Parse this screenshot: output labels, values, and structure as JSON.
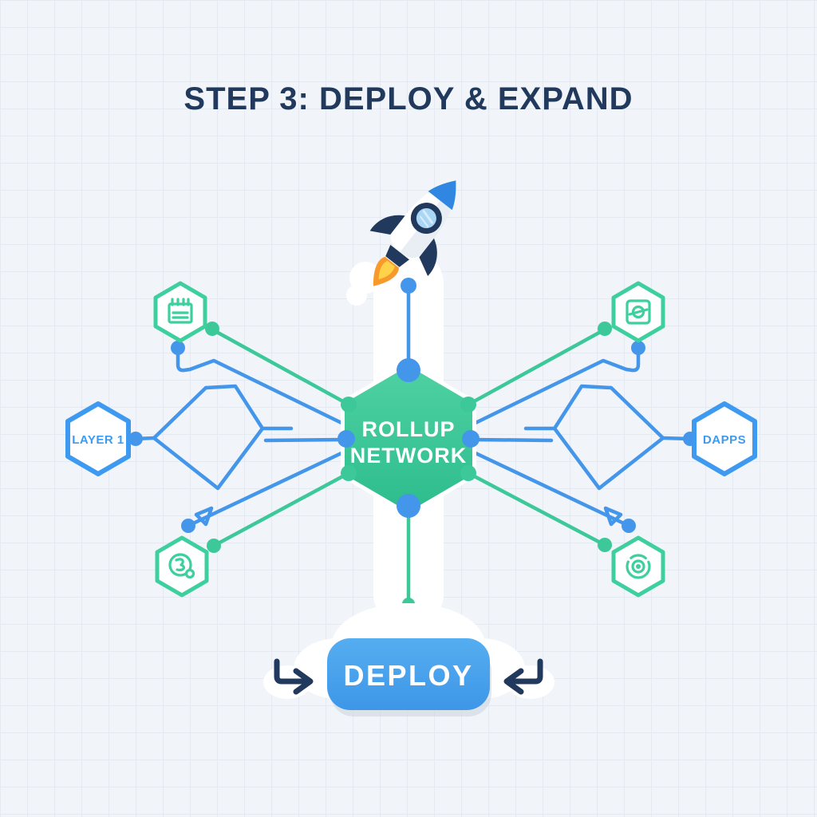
{
  "title": "STEP 3: DEPLOY & EXPAND",
  "colors": {
    "background": "#f1f4f9",
    "grid_line": "#e5eaf2",
    "navy": "#21395c",
    "line_blue": "#4496ea",
    "node_border_blue": "#3d9af0",
    "green": "#3dc89a",
    "hexagon_fill_top": "#4ed1a3",
    "hexagon_fill_bottom": "#2ebd8d",
    "button_blue_top": "#55aef0",
    "button_blue_bottom": "#3e96e8",
    "white": "#ffffff",
    "rocket_nose_blue": "#2f87e2",
    "flame_orange": "#f79a2b",
    "flame_yellow": "#ffd24a"
  },
  "nodes": {
    "center": {
      "label_line1": "ROLLUP",
      "label_line2": "NETWORK"
    },
    "left": {
      "label": "LAYER 1"
    },
    "right": {
      "label": "DAPPS"
    }
  },
  "satellites": [
    {
      "position": "top-left",
      "icon": "notepad-icon"
    },
    {
      "position": "top-right",
      "icon": "sync-icon"
    },
    {
      "position": "bottom-left",
      "icon": "token-icon"
    },
    {
      "position": "bottom-right",
      "icon": "orbit-icon"
    }
  ],
  "deploy": {
    "label": "DEPLOY"
  },
  "illustration": {
    "rocket": "rocket-icon",
    "cloud": "launch-cloud",
    "left_arrow": "return-arrow-right-icon",
    "right_arrow": "return-arrow-left-icon"
  }
}
